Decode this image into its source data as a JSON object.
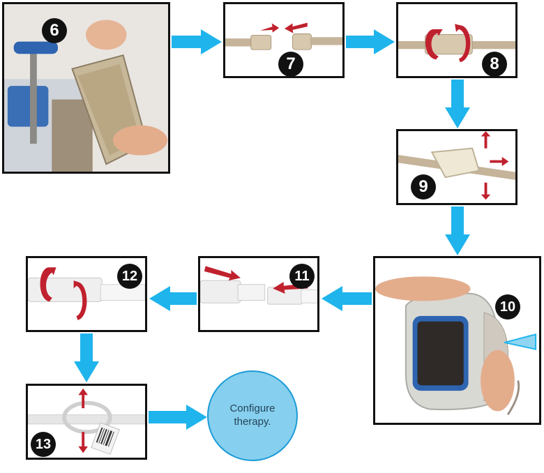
{
  "steps": [
    {
      "number": "6",
      "description": "Hand pulls canister pouch at the device hanger"
    },
    {
      "number": "7",
      "description": "Push the two tubing connectors together"
    },
    {
      "number": "8",
      "description": "Twist connectors to lock"
    },
    {
      "number": "9",
      "description": "Open the tubing clamp"
    },
    {
      "number": "10",
      "description": "Insert canister into the therapy unit"
    },
    {
      "number": "11",
      "description": "Push connectors together"
    },
    {
      "number": "12",
      "description": "Twist connectors to lock"
    },
    {
      "number": "13",
      "description": "Open the clamp"
    }
  ],
  "final": {
    "text_line1": "Configure",
    "text_line2": "therapy."
  },
  "colors": {
    "arrow": "#1fb4ec",
    "motion_arrow": "#c0212e",
    "circle_fill": "#87cfee",
    "border": "#111111"
  }
}
